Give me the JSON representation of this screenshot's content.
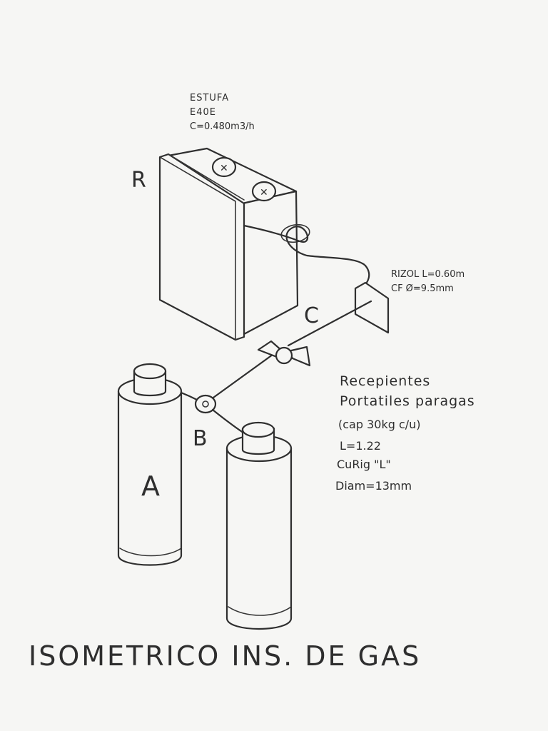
{
  "stove": {
    "name": "ESTUFA",
    "model": "E40E",
    "consumption": "C=0.480m3/h"
  },
  "labels": {
    "r": "R",
    "c": "C",
    "b": "B",
    "a": "A"
  },
  "pipe_spec": {
    "line1": "RIZOL L=0.60m",
    "line2": "CF Ø=9.5mm"
  },
  "tanks_note": {
    "line1": "Recepientes",
    "line2": "Portatiles paragas",
    "line3": "(cap 30kg c/u)",
    "line4": "L=1.22",
    "line5": "CuRig \"L\"",
    "line6": "Diam=13mm"
  },
  "title": "ISOMETRICO INS. DE GAS"
}
